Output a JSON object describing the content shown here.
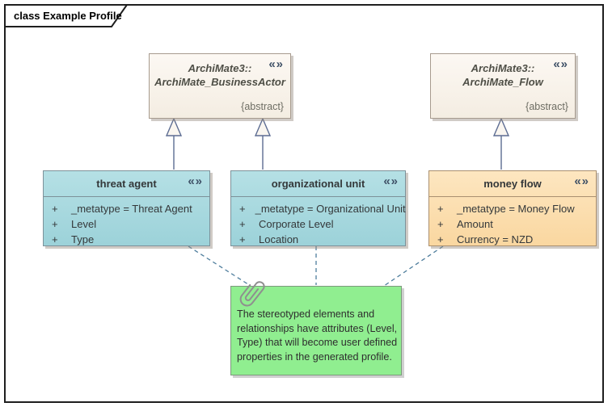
{
  "frame": {
    "title": "class Example Profile"
  },
  "icons": {
    "stereotype": "«»",
    "paperclip": "paperclip"
  },
  "colors": {
    "parent_fill": "#FAF5EE",
    "parent_border": "#A79B8E",
    "teal_fill": "#A7DAE0",
    "teal_border": "#7D9199",
    "orange_fill": "#FBDCA8",
    "orange_border": "#AA9070",
    "note_fill": "#90EE90",
    "note_border": "#7E997E",
    "generalization_line": "#5C6C92",
    "notelink_line": "#4F7E9D"
  },
  "parents": [
    {
      "namespace": "ArchiMate3::",
      "name": "ArchiMate_BusinessActor",
      "modifier": "{abstract}"
    },
    {
      "namespace": "ArchiMate3::",
      "name": "ArchiMate_Flow",
      "modifier": "{abstract}"
    }
  ],
  "stereotyped": [
    {
      "name": "threat agent",
      "attributes": [
        {
          "visibility": "+",
          "text": "_metatype = Threat Agent"
        },
        {
          "visibility": "+",
          "text": "Level"
        },
        {
          "visibility": "+",
          "text": "Type"
        }
      ]
    },
    {
      "name": "organizational unit",
      "attributes": [
        {
          "visibility": "+",
          "text": "_metatype = Organizational Unit"
        },
        {
          "visibility": "+",
          "text": "Corporate Level"
        },
        {
          "visibility": "+",
          "text": "Location"
        }
      ]
    },
    {
      "name": "money flow",
      "attributes": [
        {
          "visibility": "+",
          "text": "_metatype = Money Flow"
        },
        {
          "visibility": "+",
          "text": "Amount"
        },
        {
          "visibility": "+",
          "text": "Currency = NZD"
        }
      ]
    }
  ],
  "note": {
    "text": "The stereotyped elements and\nrelationships have attributes (Level,\nType) that will become user defined\nproperties in the generated profile."
  }
}
